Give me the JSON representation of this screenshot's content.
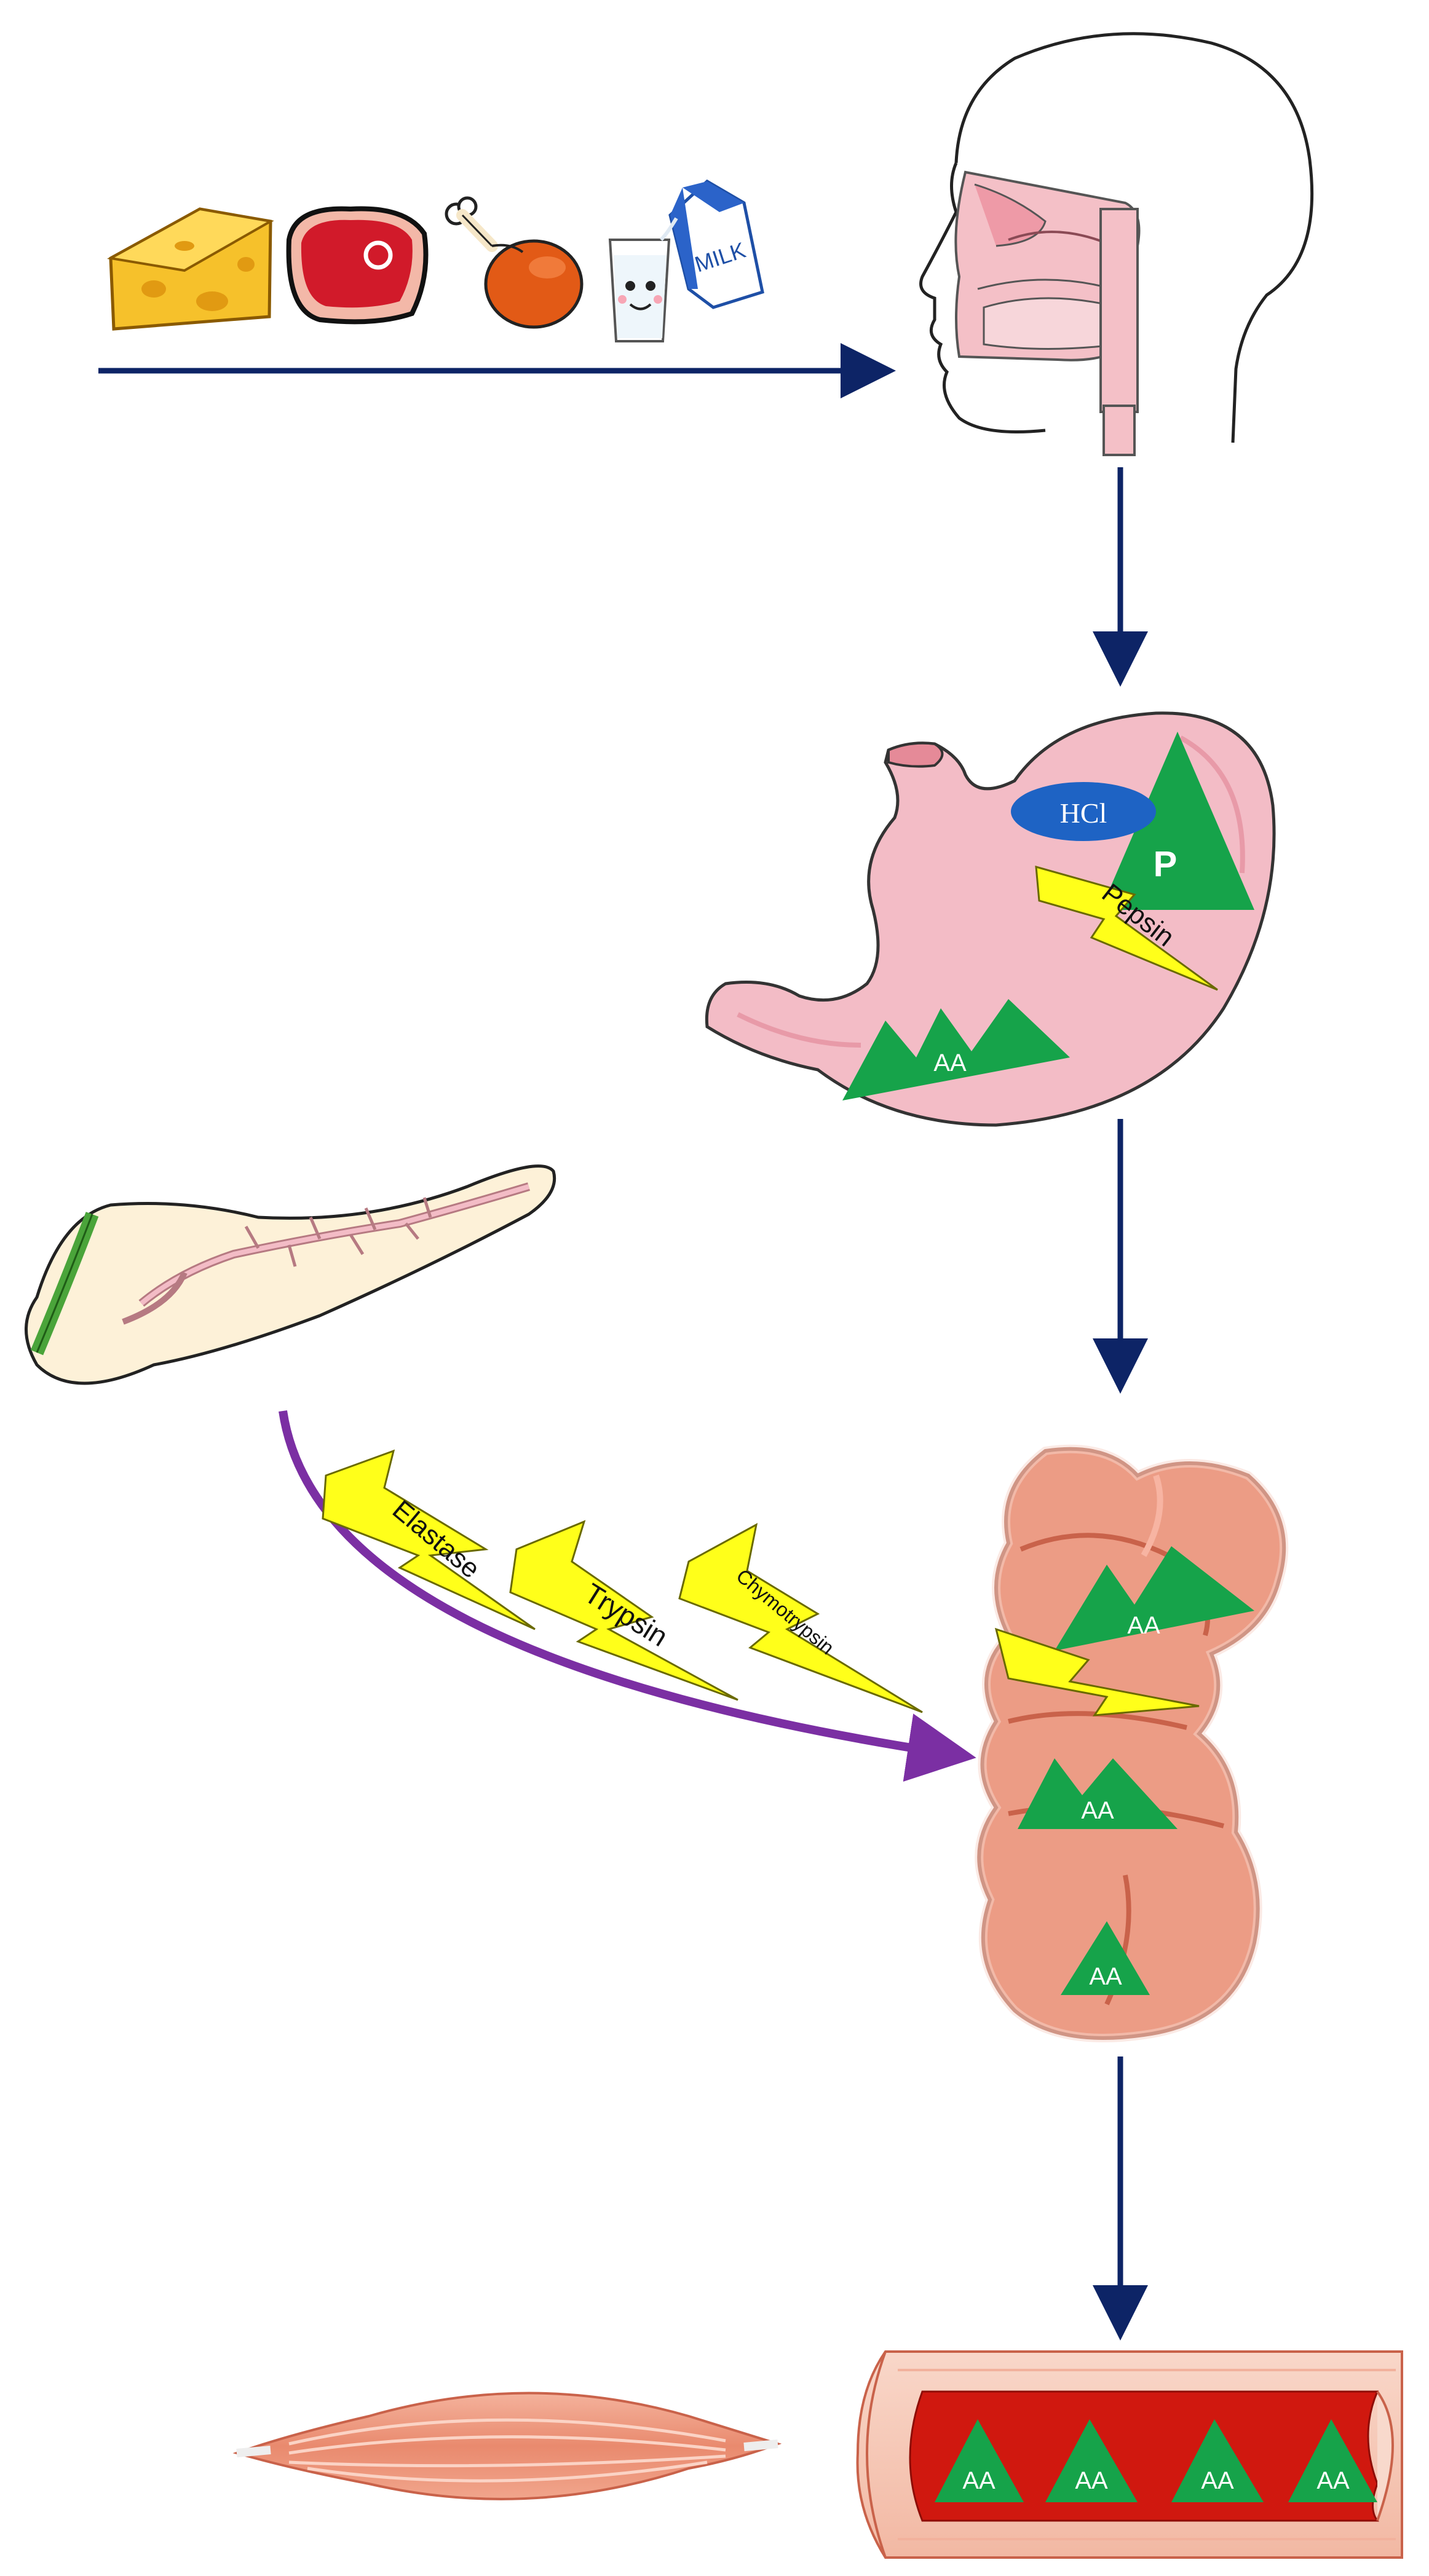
{
  "diagram": {
    "stomach": {
      "acid_label": "HCl",
      "protein_label": "P",
      "enzyme_label": "Pepsin",
      "amino_acid_label": "AA"
    },
    "pancreatic_enzymes": {
      "elastase_label": "Elastase",
      "trypsin_label": "Trypsin",
      "chymotrypsin_label": "Chymotrypsin"
    },
    "intestine": {
      "amino_acid_labels": [
        "AA",
        "AA",
        "AA"
      ]
    },
    "blood_vessel": {
      "amino_acid_labels": [
        "AA",
        "AA",
        "AA",
        "AA"
      ]
    },
    "food_items": [
      "cheese-icon",
      "meat-icon",
      "chicken-leg-icon",
      "milk-icon"
    ],
    "milk_carton_label": "MILK",
    "colors": {
      "flow_arrow": "#0d2466",
      "pancreas_arrow": "#7b2fa3",
      "amino_acid": "#16a34a",
      "enzyme_bolt": "#ffff1a",
      "acid_oval": "#1e63c4",
      "organ_pink": "#f3bcc6",
      "intestine": "#ec9c85",
      "blood": "#d0180f"
    }
  }
}
